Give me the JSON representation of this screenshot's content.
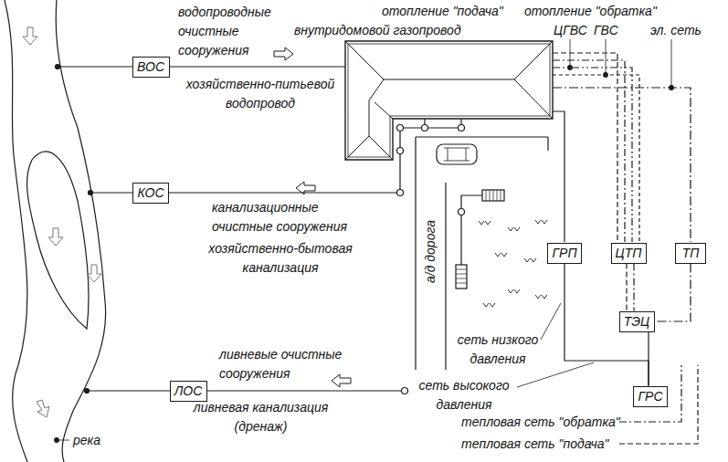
{
  "diagram": {
    "nodes": [
      {
        "text": [
          "ВОС"
        ]
      },
      {
        "text": [
          "КОС"
        ]
      },
      {
        "text": [
          "ЛОС"
        ]
      },
      {
        "text": [
          "ГРП"
        ]
      },
      {
        "text": [
          "ЦТП"
        ]
      },
      {
        "text": [
          "ТП"
        ]
      },
      {
        "text": [
          "ТЭЦ"
        ]
      },
      {
        "text": [
          "ГРС"
        ]
      }
    ],
    "edges": [
      {
        "from": 3,
        "to": 7,
        "arrow": "none"
      },
      {
        "from": 6,
        "to": 7,
        "arrow": "none"
      },
      {
        "from": 4,
        "to": 6,
        "arrow": "none"
      },
      {
        "from": 4,
        "to": 6,
        "arrow": "none"
      },
      {
        "from": 5,
        "to": 6,
        "arrow": "none"
      }
    ],
    "labels": [
      "водопроводные очистные сооружения",
      "хозяйственно-питьевой водопровод",
      "отопление \"подача\"",
      "отопление \"обратка\"",
      "внутридомовой газопровод",
      "ЦГВС",
      "ГВС",
      "эл. сеть",
      "канализационные очистные сооружения",
      "хозяйственно-бытовая канализация",
      "а/д дорога",
      "сеть низкого давления",
      "сеть высокого давления",
      "ливневые очистные сооружения",
      "ливневая канализация (дренаж)",
      "река",
      "тепловая сеть \"обратка\"",
      "тепловая сеть \"подача\""
    ]
  }
}
